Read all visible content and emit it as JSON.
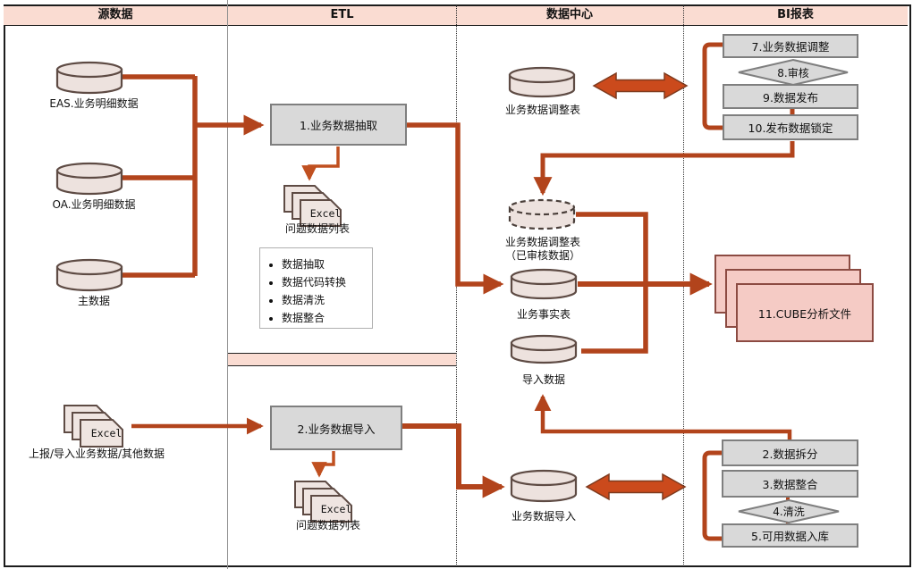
{
  "header": {
    "lanes": {
      "source": "源数据",
      "etl": "ETL",
      "datacenter": "数据中心",
      "bi": "BI报表"
    }
  },
  "source": {
    "databases": [
      "EAS.业务明细数据",
      "OA.业务明细数据",
      "主数据"
    ],
    "excel_stack": {
      "card_label": "Excel",
      "label": "上报/导入业务数据/其他数据"
    }
  },
  "etl": {
    "extract_box": "1.业务数据抽取",
    "problem_top": {
      "card_label": "Excel",
      "label": "问题数据列表"
    },
    "steps": [
      "数据抽取",
      "数据代码转换",
      "数据清洗",
      "数据整合"
    ],
    "import_box": "2.业务数据导入",
    "problem_bottom": {
      "card_label": "Excel",
      "label": "问题数据列表"
    }
  },
  "datacenter": {
    "adjust_table": "业务数据调整表",
    "reviewed_table_line1": "业务数据调整表",
    "reviewed_table_line2": "（已审核数据）",
    "fact_table": "业务事实表",
    "imported_data": "导入数据",
    "import_table": "业务数据导入"
  },
  "bi": {
    "adjust_flow": [
      "7.业务数据调整",
      "8.审核",
      "9.数据发布",
      "10.发布数据锁定"
    ],
    "cube_files": "11.CUBE分析文件",
    "import_flow": [
      "2.数据拆分",
      "3.数据整合",
      "4.清洗",
      "5.可用数据入库"
    ]
  },
  "colors": {
    "flow_line": "#B2441C",
    "double_arrow": "#CB4A1C",
    "thin_arrow": "#C05020",
    "process_box_fill": "#D9D9D9",
    "process_box_border": "#7F7F7F",
    "lane_band_fill": "#FADCD2",
    "cylinder_fill": "#EDE2DE",
    "cylinder_border": "#5E4B44",
    "cube_fill": "#F5CBC5",
    "cube_border": "#8C4B42"
  }
}
